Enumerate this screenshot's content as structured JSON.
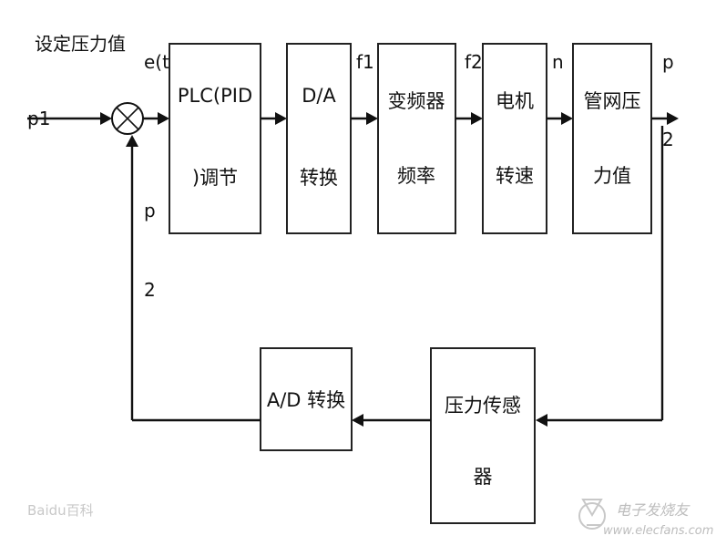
{
  "title": "设定压力值",
  "signals": {
    "p1": "p1",
    "e": "e(t)",
    "f1": "f1",
    "f2": "f2",
    "n": "n",
    "p2_out_a": "p",
    "p2_out_b": "2",
    "p2_fb_a": "p",
    "p2_fb_b": "2"
  },
  "blocks": {
    "plc": [
      "PLC(PID",
      ")调节"
    ],
    "da": [
      "D/A",
      "转换"
    ],
    "vfd": [
      "变频器",
      "频率"
    ],
    "motor": [
      "电机",
      "转速"
    ],
    "pipe": [
      "管网压",
      "力值"
    ],
    "sensor": [
      "压力传感",
      "器"
    ],
    "ad": [
      "A/D 转换"
    ]
  },
  "watermark": {
    "left": "Baidu百科",
    "right_cn": "电子发烧友",
    "right_en": "www.elecfans.com"
  }
}
